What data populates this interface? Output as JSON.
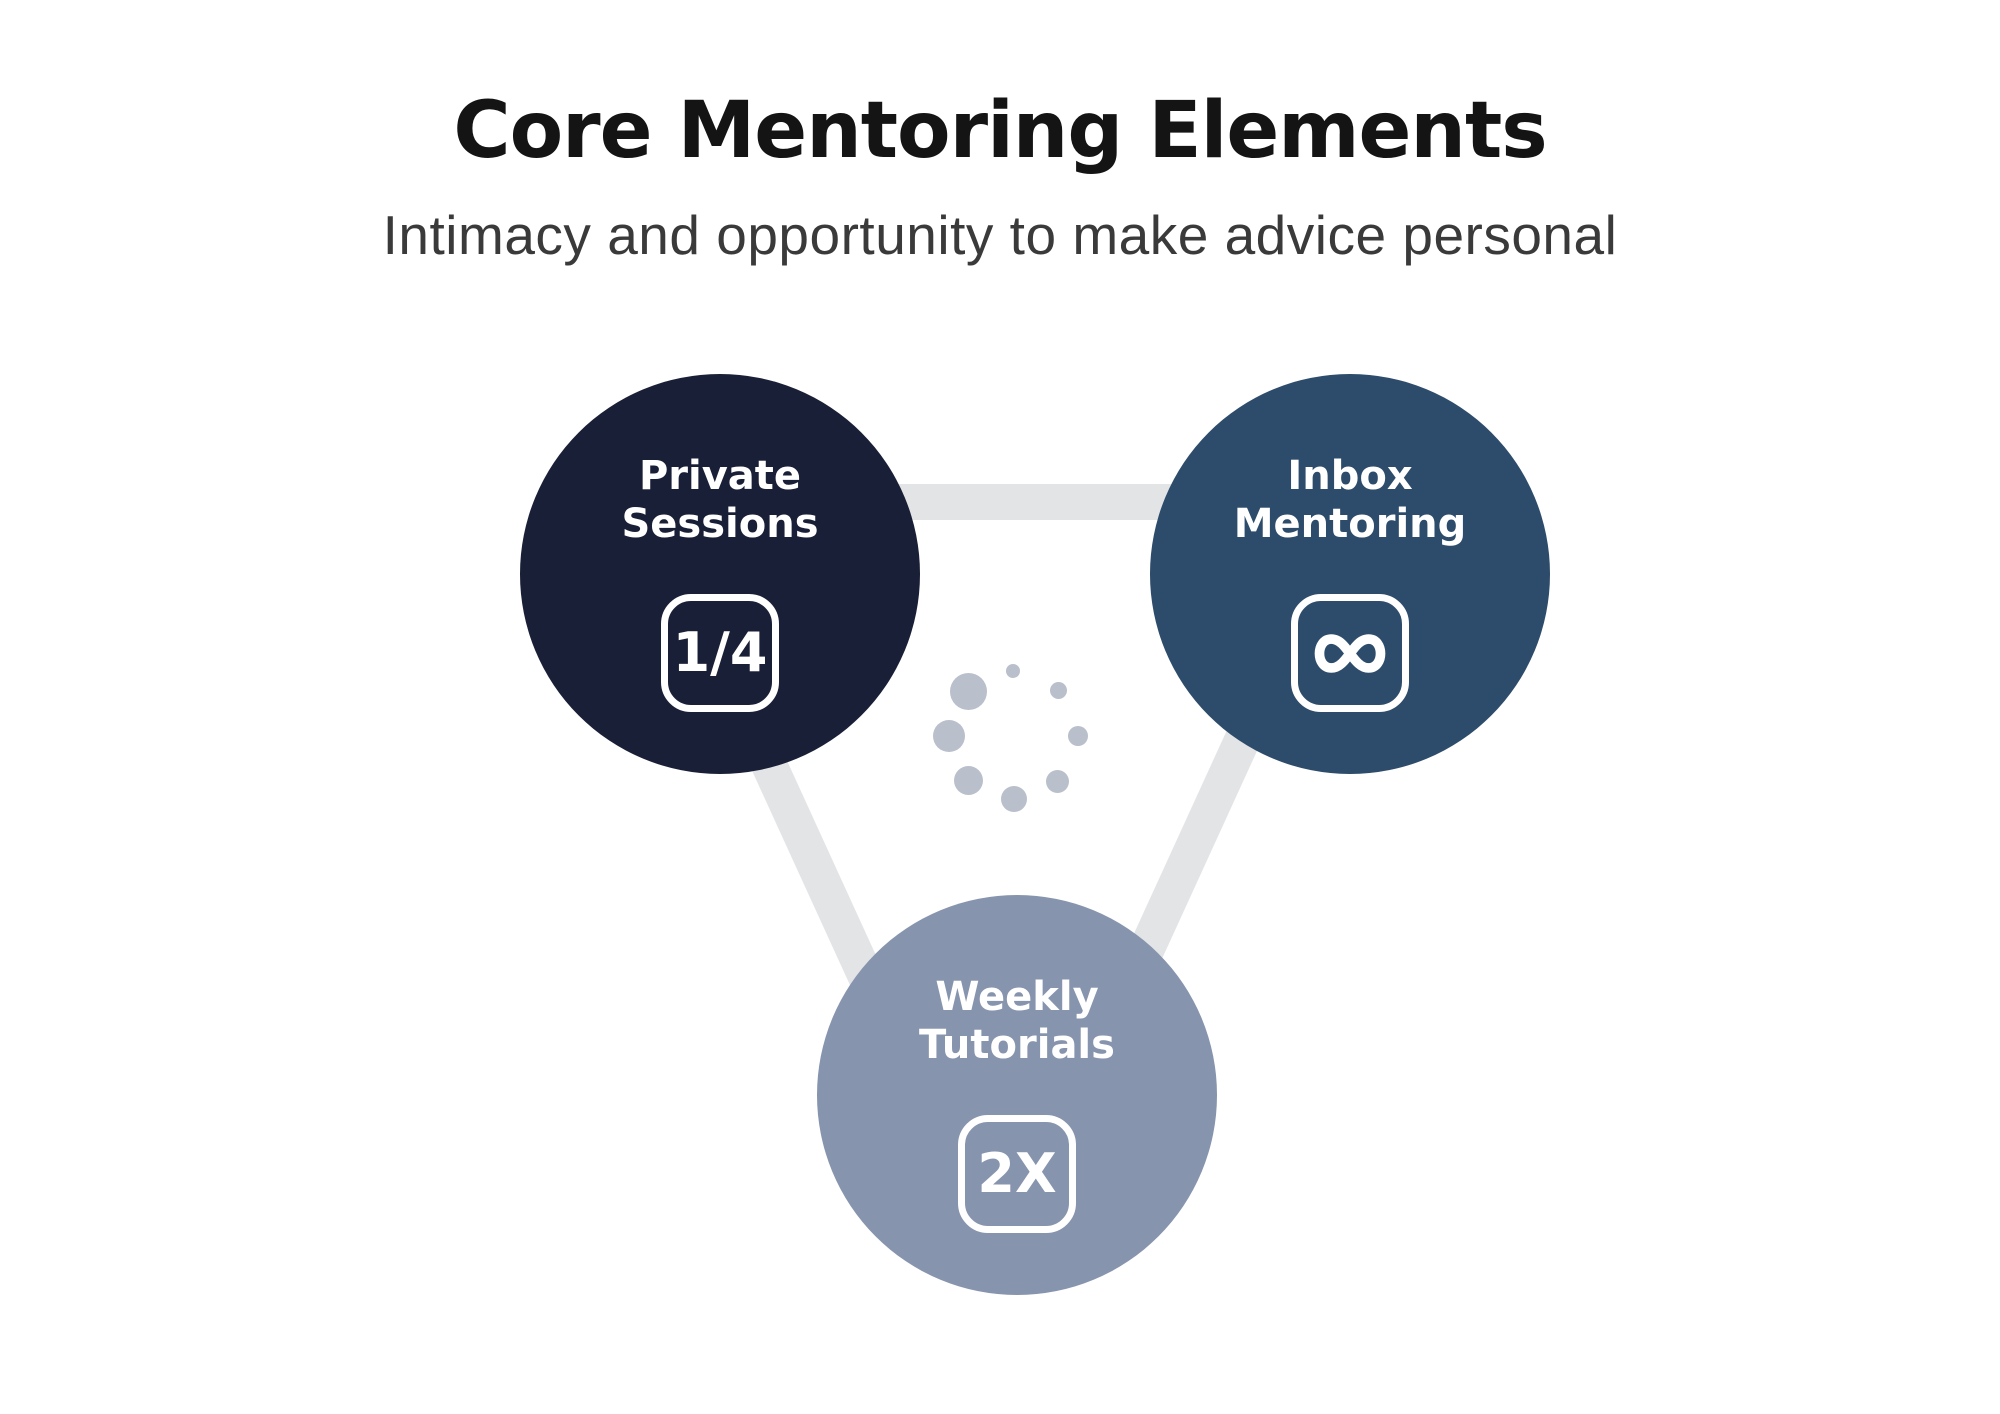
{
  "page": {
    "title": "Core Mentoring Elements",
    "subtitle": "Intimacy and opportunity to make advice personal"
  },
  "nodes": [
    {
      "id": "private-sessions",
      "line1": "Private",
      "line2": "Sessions",
      "badge_text": "1/4",
      "badge_type": "text"
    },
    {
      "id": "inbox-mentoring",
      "line1": "Inbox",
      "line2": "Mentoring",
      "badge_type": "infinity-icon"
    },
    {
      "id": "weekly-tutorials",
      "line1": "Weekly",
      "line2": "Tutorials",
      "badge_text": "2X",
      "badge_type": "text"
    }
  ],
  "colors": {
    "node1-bg": "#191f36",
    "node2-bg": "#2d4b6a",
    "node3-bg": "#8794ae",
    "node-fg": "#ffffff",
    "badge-border": "#ffffff",
    "connector": "#e3e4e6",
    "dot": "#b9bfcb",
    "title-fg": "#141414",
    "subtitle-fg": "#3a3a3a"
  }
}
